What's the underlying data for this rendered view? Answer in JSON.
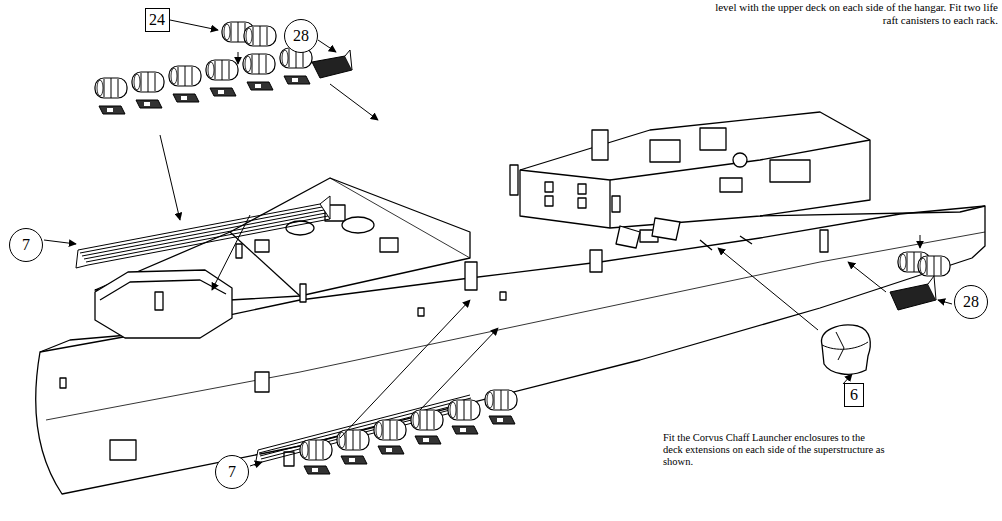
{
  "diagram": {
    "nodes": [
      {
        "text": [
          "24"
        ]
      },
      {
        "text": [
          "28"
        ]
      },
      {
        "text": [
          "7"
        ]
      },
      {
        "text": [
          "28"
        ]
      },
      {
        "text": [
          "6"
        ]
      },
      {
        "text": [
          "7"
        ]
      }
    ],
    "labels": [
      "level with the upper deck on each side of the hangar. Fit two life raft canisters to each rack.",
      "Fit the Corvus Chaff Launcher enclosures to the deck extensions on each side of the superstructure as shown."
    ]
  }
}
